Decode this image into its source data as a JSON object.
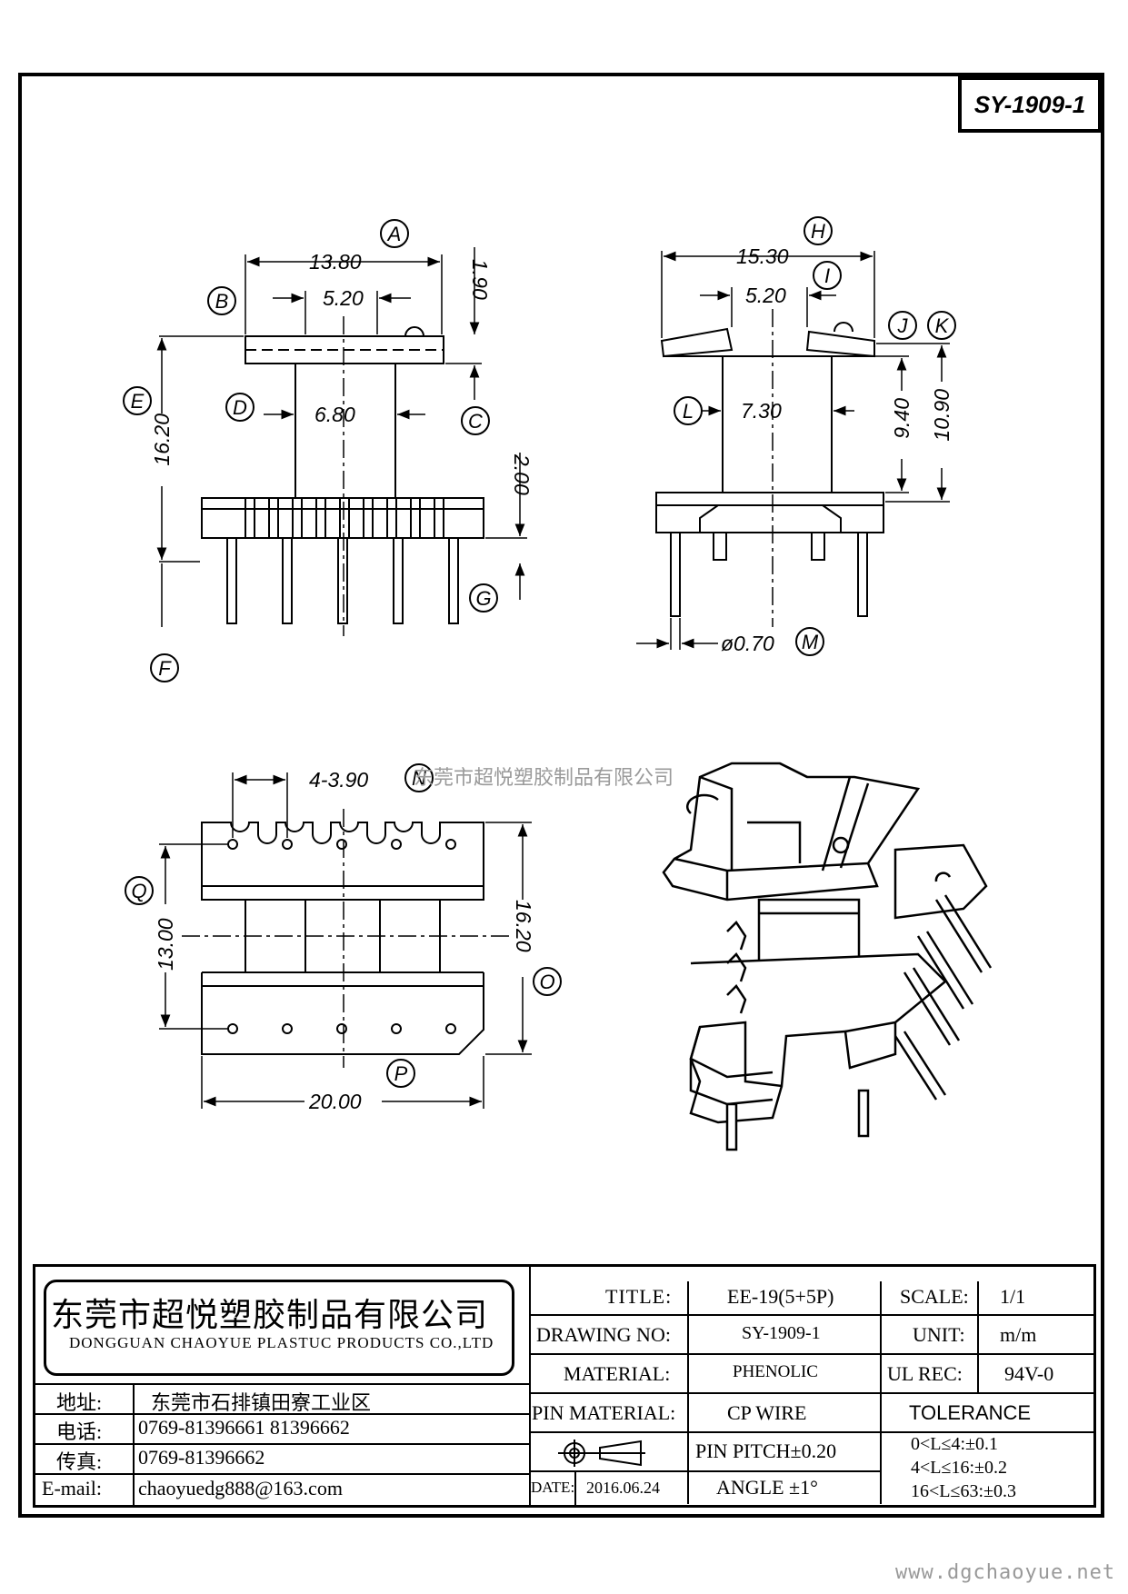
{
  "drawing_code": "SY-1909-1",
  "watermark": "东莞市超悦塑胶制品有限公司",
  "website": "www.dgchaoyue.net",
  "dimensions": {
    "front": {
      "A": "13.80",
      "B": "5.20",
      "C_top": "1.90",
      "D": "6.80",
      "E": "16.20",
      "G": "2.00"
    },
    "side": {
      "H": "15.30",
      "I": "5.20",
      "J": "9.40",
      "K": "10.90",
      "L": "7.30",
      "M": "ø0.70"
    },
    "bottom": {
      "N": "4-3.90",
      "Q": "13.00",
      "O": "16.20",
      "P": "20.00"
    }
  },
  "labels": [
    "A",
    "B",
    "C",
    "D",
    "E",
    "F",
    "G",
    "H",
    "I",
    "J",
    "K",
    "L",
    "M",
    "N",
    "O",
    "P",
    "Q"
  ],
  "title_block": {
    "company_cn": "东莞市超悦塑胶制品有限公司",
    "company_en": "DONGGUAN CHAOYUE PLASTUC PRODUCTS CO.,LTD",
    "address_label": "地址:",
    "address": "东莞市石排镇田寮工业区",
    "phone_label": "电话:",
    "phone": "0769-81396661   81396662",
    "fax_label": "传真:",
    "fax": "0769-81396662",
    "email_label": "E-mail:",
    "email": "chaoyuedg888@163.com",
    "title_label": "TITLE:",
    "title": "EE-19(5+5P)",
    "drawing_no_label": "DRAWING NO:",
    "drawing_no": "SY-1909-1",
    "material_label": "MATERIAL:",
    "material": "PHENOLIC",
    "pin_material_label": "PIN MATERIAL:",
    "pin_material": "CP WIRE",
    "pin_pitch": "PIN PITCH±0.20",
    "angle": "ANGLE  ±1°",
    "date_label": "DATE:",
    "date": "2016.06.24",
    "scale_label": "SCALE:",
    "scale": "1/1",
    "unit_label": "UNIT:",
    "unit": "m/m",
    "ul_label": "UL REC:",
    "ul": "94V-0",
    "tolerance_label": "TOLERANCE",
    "tolerances": [
      "0<L≤4:±0.1",
      "4<L≤16:±0.2",
      "16<L≤63:±0.3"
    ]
  }
}
